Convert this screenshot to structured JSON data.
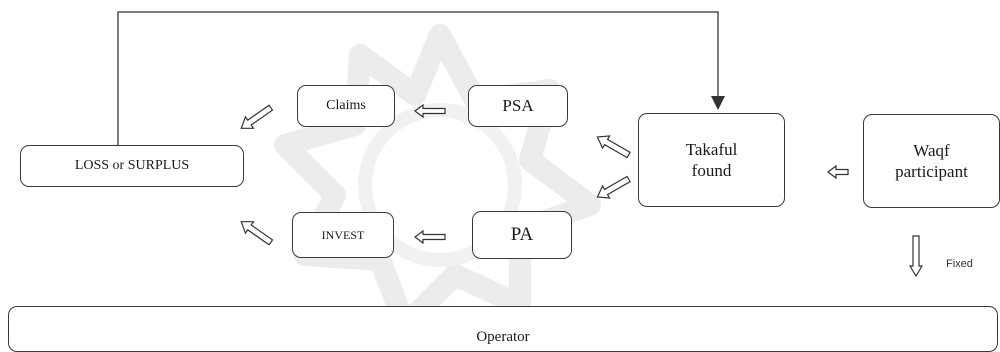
{
  "nodes": {
    "loss_or_surplus": "LOSS or SURPLUS",
    "claims": "Claims",
    "psa": "PSA",
    "invest": "INVEST",
    "pa": "PA",
    "takaful_found": "Takaful\nfound",
    "waqf_participant": "Waqf\nparticipant",
    "operator": "Operator"
  },
  "labels": {
    "fixed": "Fixed"
  },
  "colors": {
    "line": "#333333",
    "border": "#3a3a3a",
    "watermark": "#ececec"
  }
}
